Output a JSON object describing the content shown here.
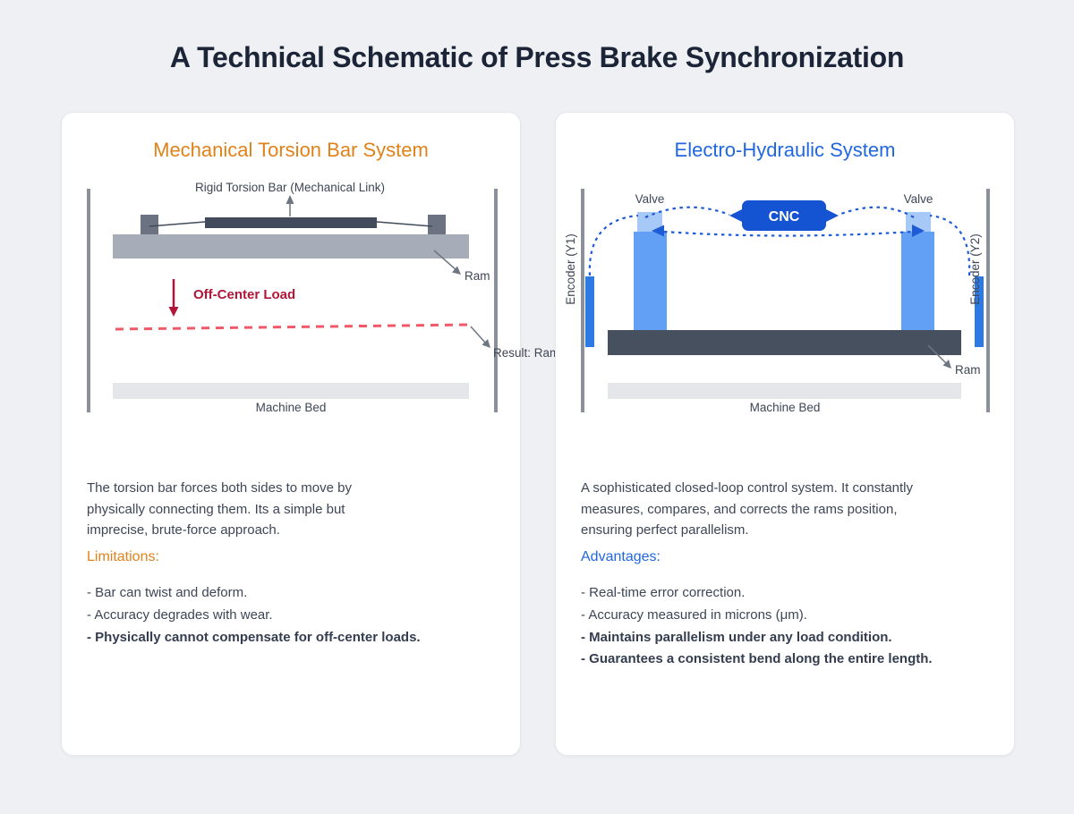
{
  "page": {
    "title": "A Technical Schematic of Press Brake Synchronization"
  },
  "left_panel": {
    "title": "Mechanical Torsion Bar System",
    "diagram": {
      "torsion_bar_label": "Rigid Torsion Bar (Mechanical Link)",
      "ram_label": "Ram",
      "load_label": "Off-Center Load",
      "result_label": "Result: Ram",
      "machine_bed_label": "Machine Bed"
    },
    "description_lines": [
      "The torsion bar forces both sides to move by",
      "physically connecting them. Its a simple but",
      "imprecise, brute-force approach."
    ],
    "subhead": "Limitations:",
    "items": [
      {
        "text": "- Bar can twist and deform.",
        "bold": false
      },
      {
        "text": "- Accuracy degrades with wear.",
        "bold": false
      },
      {
        "text": "- Physically cannot compensate for off-center loads.",
        "bold": true
      }
    ]
  },
  "right_panel": {
    "title": "Electro-Hydraulic System",
    "diagram": {
      "valve_left_label": "Valve",
      "valve_right_label": "Valve",
      "cnc_label": "CNC",
      "encoder_left_label": "Encoder (Y1)",
      "encoder_right_label": "Encoder (Y2)",
      "ram_label": "Ram",
      "machine_bed_label": "Machine Bed"
    },
    "description_lines": [
      "A sophisticated closed-loop control system. It constantly",
      "measures, compares, and corrects the rams position,",
      "ensuring perfect parallelism."
    ],
    "subhead": "Advantages:",
    "items": [
      {
        "text": "- Real-time error correction.",
        "bold": false
      },
      {
        "text": "- Accuracy measured in microns (μm).",
        "bold": false
      },
      {
        "text": "- Maintains parallelism under any load condition.",
        "bold": true
      },
      {
        "text": "- Guarantees a consistent bend along the entire length.",
        "bold": true
      }
    ]
  },
  "colors": {
    "page_background": "#eef0f3",
    "card_background": "#ffffff",
    "title_navy": "#1b2537",
    "accent_orange": "#e0821a",
    "accent_blue": "#2167e0",
    "crimson_load": "#b11638",
    "dashed_tilt_red": "#f05a68",
    "cnc_blue": "#1453d2",
    "cylinder_blue": "#61a0f4",
    "valve_light_blue": "#a7c9f8",
    "encoder_blue": "#2e7ae4",
    "ram_dark_slate": "#47505f",
    "ram_light_gray": "#a6acb8",
    "machine_bed_gray": "#e4e6ea",
    "frame_gray": "#8b919c",
    "body_text": "#3d4656"
  }
}
